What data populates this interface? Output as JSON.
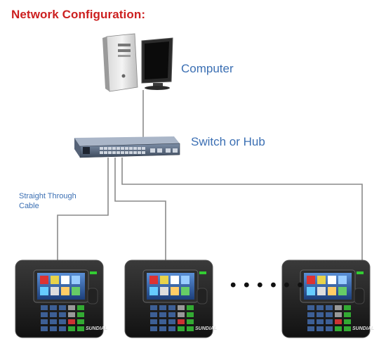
{
  "diagram": {
    "title": "Network Configuration:",
    "computer_label": "Computer",
    "switch_label": "Switch or Hub",
    "cable_label_line1": "Straight Through",
    "cable_label_line2": "Cable",
    "ellipsis": "• • • • • •",
    "device_brand": "SUNDIAL"
  },
  "colors": {
    "title": "#cc1f1f",
    "labels": "#3b6fb3",
    "cable": "#8a8a8a",
    "device_body": "#1c1c1c"
  }
}
